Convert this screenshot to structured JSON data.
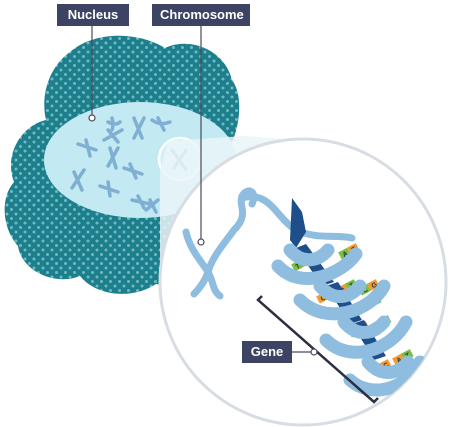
{
  "labels": {
    "nucleus": "Nucleus",
    "chromosome": "Chromosome",
    "gene": "Gene"
  },
  "base_pairs": [
    {
      "left": "T",
      "right": "A"
    },
    {
      "left": "G",
      "right": "C"
    },
    {
      "left": "A",
      "right": "T"
    },
    {
      "left": "G",
      "right": "C"
    },
    {
      "left": "A",
      "right": "T"
    },
    {
      "left": "C",
      "right": "G"
    },
    {
      "left": "C",
      "right": "G"
    },
    {
      "left": "T",
      "right": "A"
    },
    {
      "left": "A",
      "right": "T"
    },
    {
      "left": "G",
      "right": "C"
    },
    {
      "left": "A",
      "right": "T"
    }
  ],
  "colors": {
    "cell": "#1d7f8c",
    "cell_dots": "#6fb9c2",
    "nucleus": "#c3e9f2",
    "chromosome": "#7fb0d3",
    "dna_backbone": "#8ebde0",
    "dna_dark": "#1f4f8a",
    "base_green": "#78c043",
    "base_orange": "#f19b30",
    "label_bg": "#3d4463",
    "callout": "#4a4a5a"
  }
}
